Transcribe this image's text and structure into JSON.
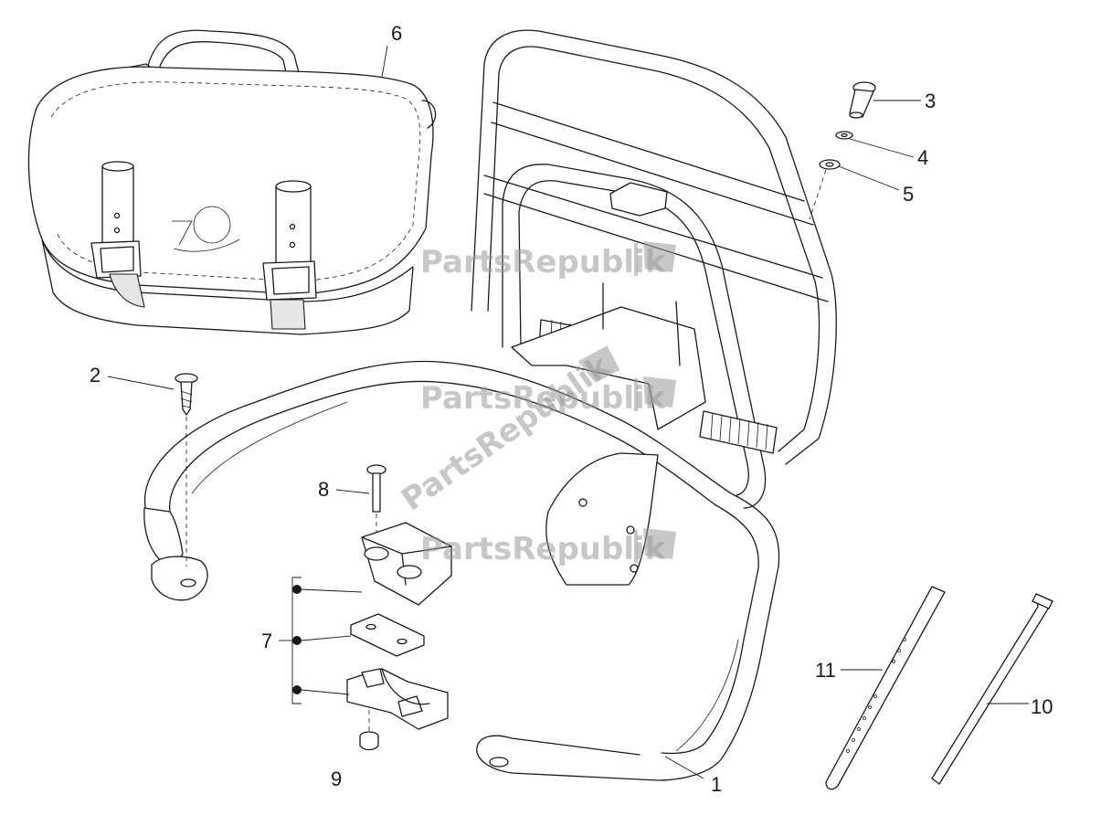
{
  "diagram": {
    "callouts": [
      "1",
      "2",
      "3",
      "4",
      "5",
      "6",
      "7",
      "8",
      "9",
      "10",
      "11"
    ],
    "watermark": "PartsRepublik",
    "watermark_icon": "gear-flag-icon",
    "colors": {
      "line": "#1a1a1a",
      "watermark": "#9a9a9a",
      "background": "#ffffff"
    }
  }
}
